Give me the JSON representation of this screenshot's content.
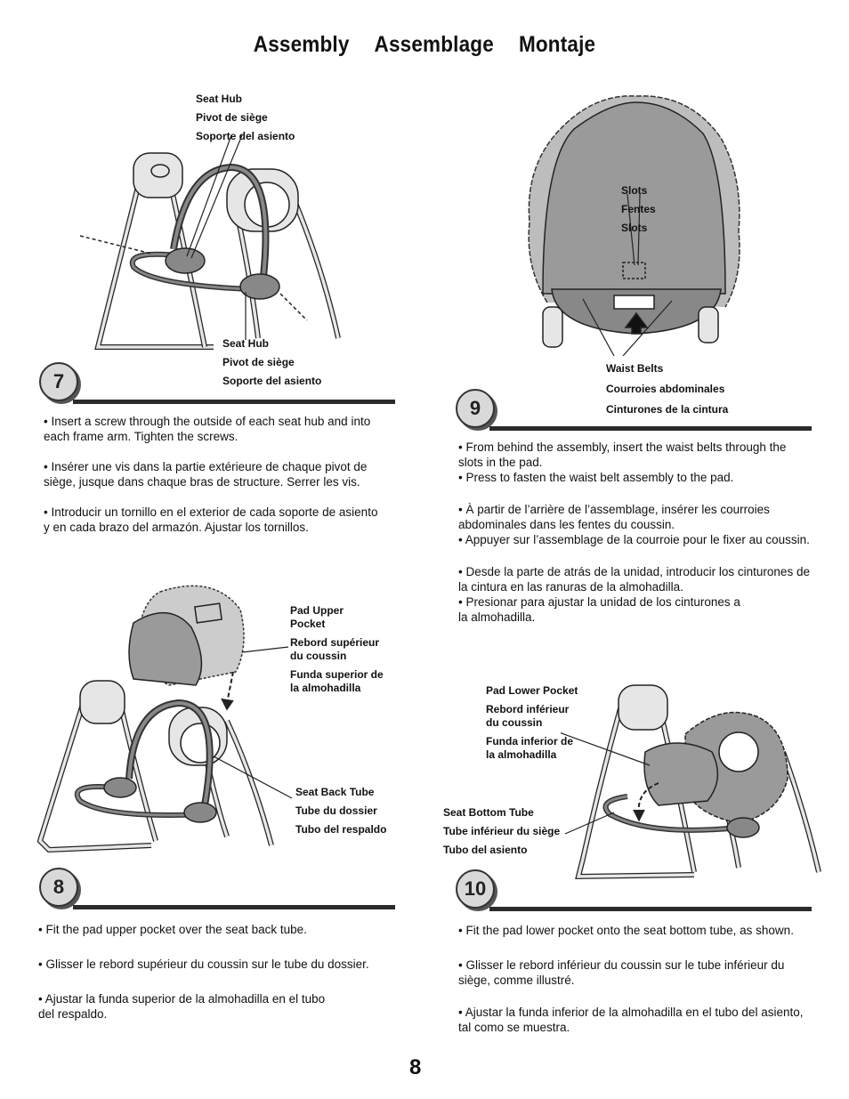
{
  "title": {
    "en": "Assembly",
    "fr": "Assemblage",
    "es": "Montaje"
  },
  "step7": {
    "number": "7",
    "label_top": [
      "Seat Hub",
      "Pivot de siège",
      "Soporte del asiento"
    ],
    "label_bottom": [
      "Seat Hub",
      "Pivot de siège",
      "Soporte del asiento"
    ],
    "bullets": [
      [
        "• Insert a screw through the outside of each seat hub and into",
        "each frame arm. Tighten the screws."
      ],
      [
        "• Insérer une vis dans la partie extérieure de chaque pivot de",
        "siège, jusque dans chaque bras de structure. Serrer les vis."
      ],
      [
        "• Introducir un tornillo en el exterior de cada soporte de asiento",
        "y en cada brazo del armazón. Ajustar los tornillos."
      ]
    ]
  },
  "step8": {
    "number": "8",
    "label_pocket": [
      "Pad Upper",
      "Pocket",
      "Rebord supérieur",
      "du coussin",
      "Funda superior de",
      "la almohadilla"
    ],
    "label_tube": [
      "Seat Back Tube",
      "Tube du dossier",
      "Tubo del respaldo"
    ],
    "bullets": [
      [
        "• Fit the pad upper pocket over the seat back tube."
      ],
      [
        "• Glisser le rebord supérieur du coussin sur le tube du dossier."
      ],
      [
        "• Ajustar la funda superior de la almohadilla en el tubo",
        "del respaldo."
      ]
    ]
  },
  "step9": {
    "number": "9",
    "label_slots": [
      "Slots",
      "Fentes",
      "Slots"
    ],
    "label_belts": [
      "Waist Belts",
      "Courroies abdominales",
      "Cinturones de la cintura"
    ],
    "bullets": [
      [
        "• From behind the assembly, insert the waist belts through the",
        "slots in the pad.",
        "• Press to fasten the waist belt assembly to the pad."
      ],
      [
        "• À partir de l’arrière de l’assemblage, insérer les courroies",
        "abdominales dans les fentes du coussin.",
        "• Appuyer sur l’assemblage de la courroie pour le fixer au coussin."
      ],
      [
        "• Desde la parte de atrás de la unidad, introducir los cinturones de",
        "la cintura en las ranuras de la almohadilla.",
        "• Presionar para ajustar la unidad de los cinturones a",
        "la almohadilla."
      ]
    ]
  },
  "step10": {
    "number": "10",
    "label_pocket": [
      "Pad Lower Pocket",
      "Rebord inférieur",
      "du coussin",
      "Funda inferior de",
      "la almohadilla"
    ],
    "label_tube": [
      "Seat Bottom Tube",
      "Tube inférieur du siège",
      "Tubo del asiento"
    ],
    "bullets": [
      [
        "• Fit the pad lower pocket onto the seat bottom tube, as shown."
      ],
      [
        "• Glisser le rebord inférieur du coussin sur le tube inférieur du",
        "siège, comme illustré."
      ],
      [
        "• Ajustar la funda inferior de la almohadilla en el tubo del asiento,",
        "tal como se muestra."
      ]
    ]
  },
  "page_number": "8",
  "colors": {
    "pad_gray": "#9a9a9a",
    "frame_gray": "#e6e6e6",
    "ink": "#111111"
  }
}
